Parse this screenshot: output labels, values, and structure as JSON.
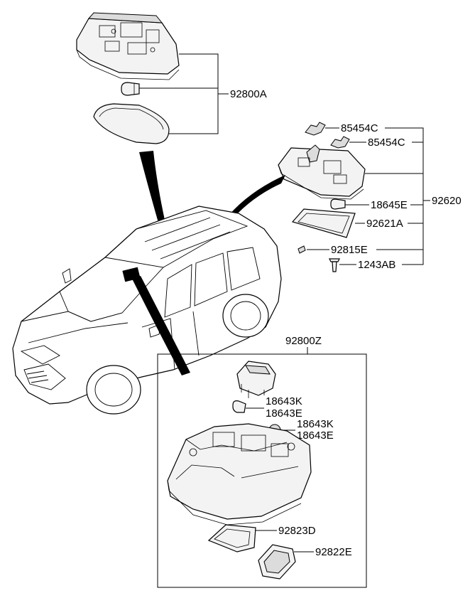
{
  "labels": {
    "front_map_lamp_assy": "92800A",
    "clip_1": "85454C",
    "clip_2": "85454C",
    "bulb_18645e": "18645E",
    "room_lamp_assy": "92620",
    "lens_92621a": "92621A",
    "clip_92815e": "92815E",
    "screw_1243ab": "1243AB",
    "overhead_console_assy": "92800Z",
    "bulb_18643k_1": "18643K",
    "bulb_18643e_1": "18643E",
    "bulb_18643k_2": "18643K",
    "bulb_18643e_2": "18643E",
    "lens_92823d": "92823D",
    "lens_92822e": "92822E"
  }
}
